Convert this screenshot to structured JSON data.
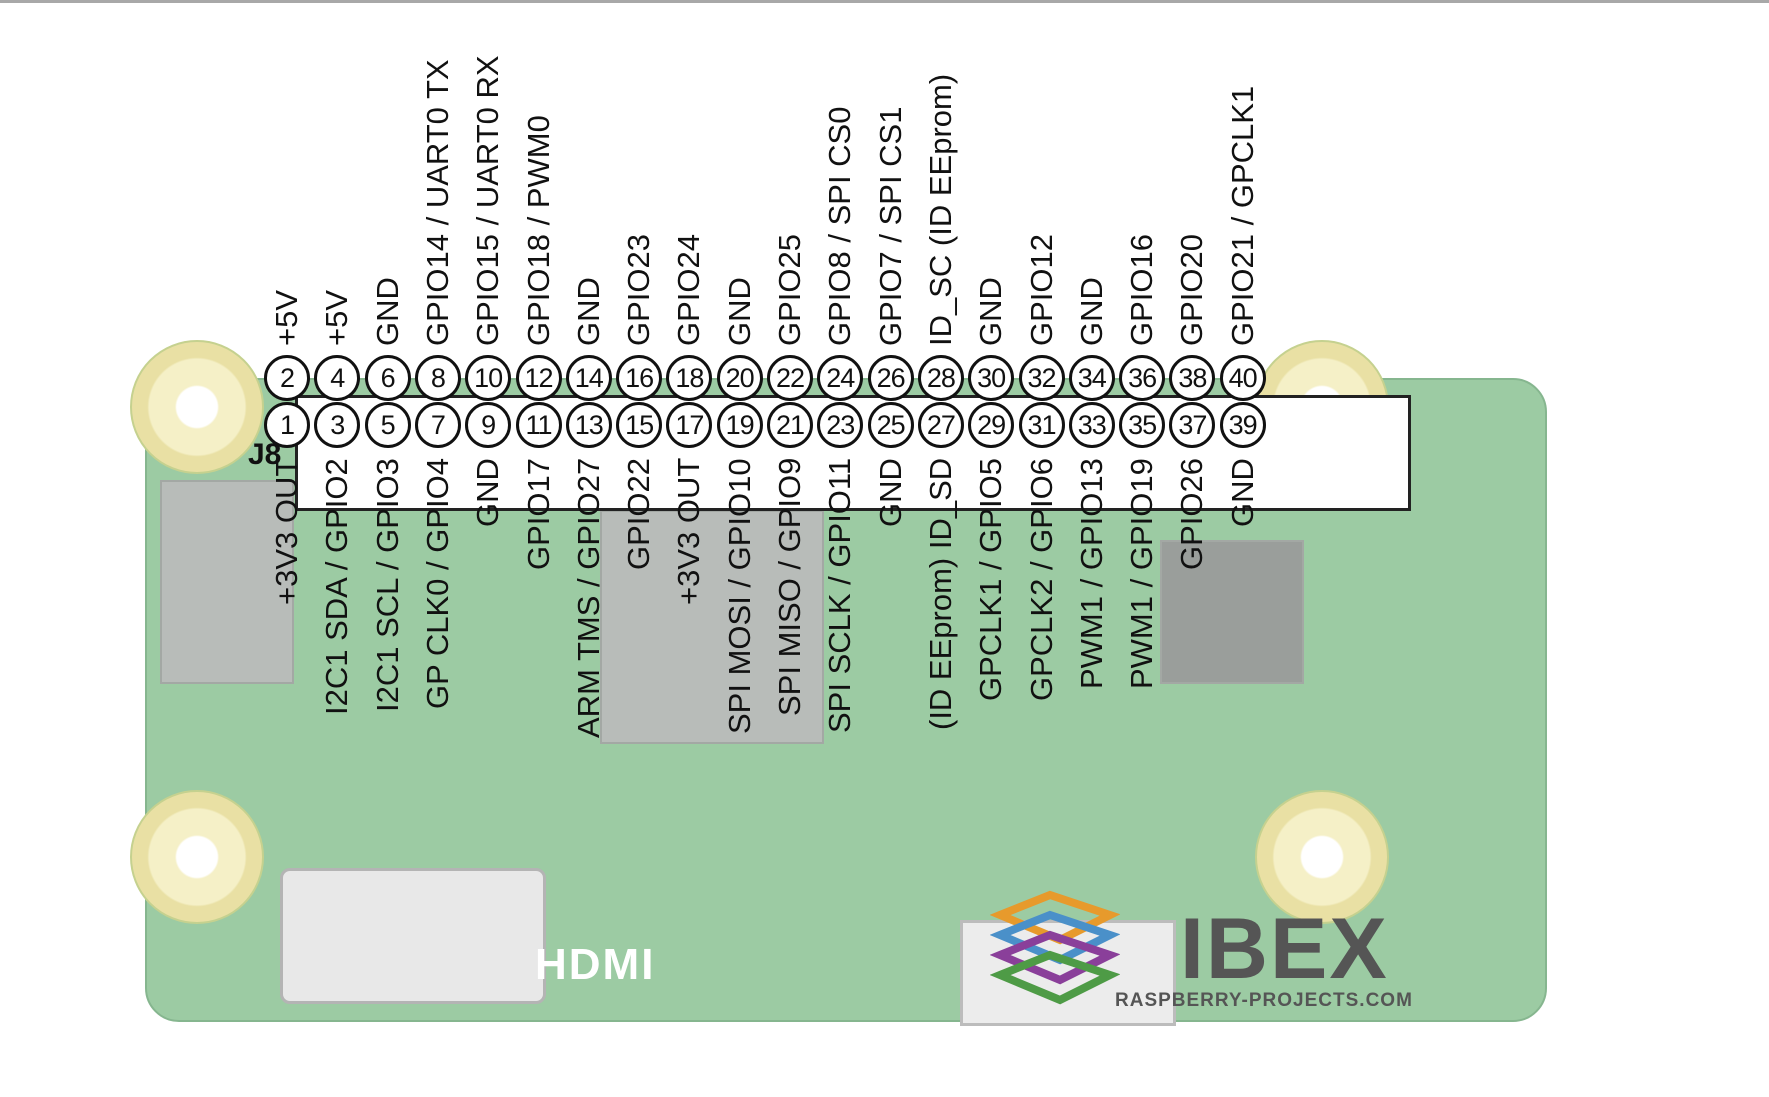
{
  "connector_label": "J8",
  "pins_top": [
    {
      "num": "2",
      "label": "+5V"
    },
    {
      "num": "4",
      "label": "+5V"
    },
    {
      "num": "6",
      "label": "GND"
    },
    {
      "num": "8",
      "label": "GPIO14 / UART0 TX"
    },
    {
      "num": "10",
      "label": "GPIO15 / UART0 RX"
    },
    {
      "num": "12",
      "label": "GPIO18 / PWM0"
    },
    {
      "num": "14",
      "label": "GND"
    },
    {
      "num": "16",
      "label": "GPIO23"
    },
    {
      "num": "18",
      "label": "GPIO24"
    },
    {
      "num": "20",
      "label": "GND"
    },
    {
      "num": "22",
      "label": "GPIO25"
    },
    {
      "num": "24",
      "label": "GPIO8 / SPI CS0"
    },
    {
      "num": "26",
      "label": "GPIO7 / SPI CS1"
    },
    {
      "num": "28",
      "label": "ID_SC (ID EEprom)"
    },
    {
      "num": "30",
      "label": "GND"
    },
    {
      "num": "32",
      "label": "GPIO12"
    },
    {
      "num": "34",
      "label": "GND"
    },
    {
      "num": "36",
      "label": "GPIO16"
    },
    {
      "num": "38",
      "label": "GPIO20"
    },
    {
      "num": "40",
      "label": "GPIO21 / GPCLK1"
    }
  ],
  "pins_bottom": [
    {
      "num": "1",
      "label": "+3V3 OUT"
    },
    {
      "num": "3",
      "label": "I2C1 SDA / GPIO2"
    },
    {
      "num": "5",
      "label": "I2C1 SCL / GPIO3"
    },
    {
      "num": "7",
      "label": "GP CLK0 / GPIO4"
    },
    {
      "num": "9",
      "label": "GND"
    },
    {
      "num": "11",
      "label": "GPIO17"
    },
    {
      "num": "13",
      "label": "ARM TMS / GPIO27"
    },
    {
      "num": "15",
      "label": "GPIO22"
    },
    {
      "num": "17",
      "label": "+3V3 OUT"
    },
    {
      "num": "19",
      "label": "SPI MOSI / GPIO10"
    },
    {
      "num": "21",
      "label": "SPI MISO / GPIO9"
    },
    {
      "num": "23",
      "label": "SPI SCLK / GPIO11"
    },
    {
      "num": "25",
      "label": "GND"
    },
    {
      "num": "27",
      "label": "(ID EEprom) ID_SD"
    },
    {
      "num": "29",
      "label": "GPCLK1 / GPIO5"
    },
    {
      "num": "31",
      "label": "GPCLK2 / GPIO6"
    },
    {
      "num": "33",
      "label": "PWM1 / GPIO13"
    },
    {
      "num": "35",
      "label": "PWM1 / GPIO19"
    },
    {
      "num": "37",
      "label": "GPIO26"
    },
    {
      "num": "39",
      "label": "GND"
    }
  ],
  "board_text": {
    "hdmi": "HDMI",
    "logo_name": "IBEX",
    "logo_site": "RASPBERRY-PROJECTS.COM"
  },
  "colors": {
    "board": "#9ccba3",
    "pin_border": "#111111",
    "logo_text": "#555555"
  }
}
